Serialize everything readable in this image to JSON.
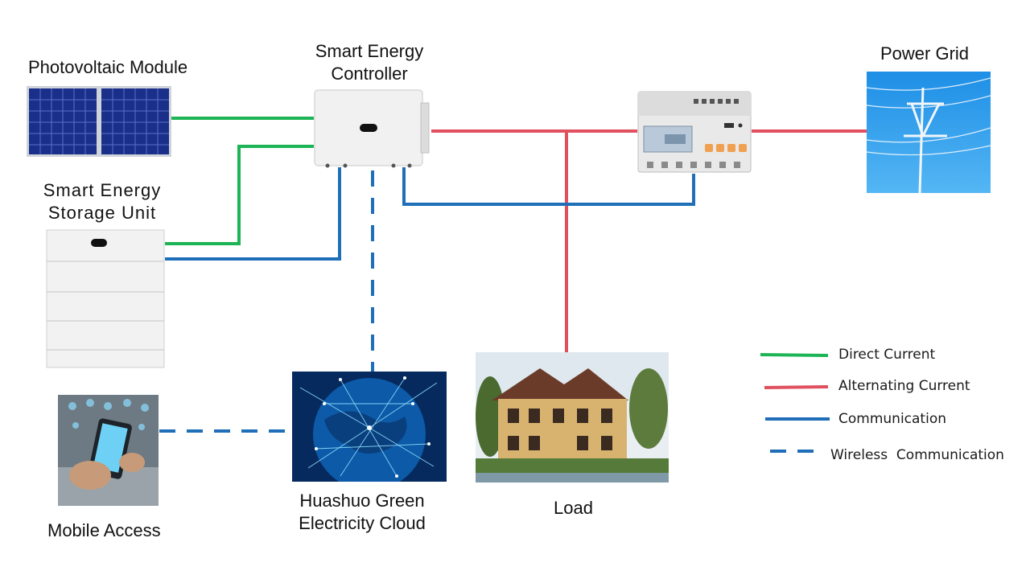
{
  "labels": {
    "pv": "Photovoltaic Module",
    "controller_line1": "Smart Energy",
    "controller_line2": "Controller",
    "grid": "Power Grid",
    "storage_line1": "Smart Energy",
    "storage_line2": "Storage Unit",
    "mobile": "Mobile Access",
    "cloud_line1": "Huashuo Green",
    "cloud_line2": "Electricity Cloud",
    "load": "Load"
  },
  "legend": [
    {
      "label": "Direct Current",
      "style": "solid",
      "color": "#1cb454"
    },
    {
      "label": "Alternating Current",
      "style": "solid",
      "color": "#e0505e"
    },
    {
      "label": "Communication",
      "style": "solid",
      "color": "#1f6fb8"
    },
    {
      "label": "Wireless  Communication",
      "style": "dashed",
      "color": "#1f6fb8"
    }
  ],
  "colors": {
    "dc": "#1cb454",
    "ac": "#e0505e",
    "comm": "#1f6fb8"
  },
  "icons": {
    "pv": "solar-panel-icon",
    "controller": "inverter-icon",
    "meter": "energy-meter-icon",
    "grid": "power-pylon-icon",
    "storage": "battery-stack-icon",
    "mobile": "smartphone-hand-icon",
    "cloud": "globe-network-icon",
    "load": "house-icon"
  }
}
